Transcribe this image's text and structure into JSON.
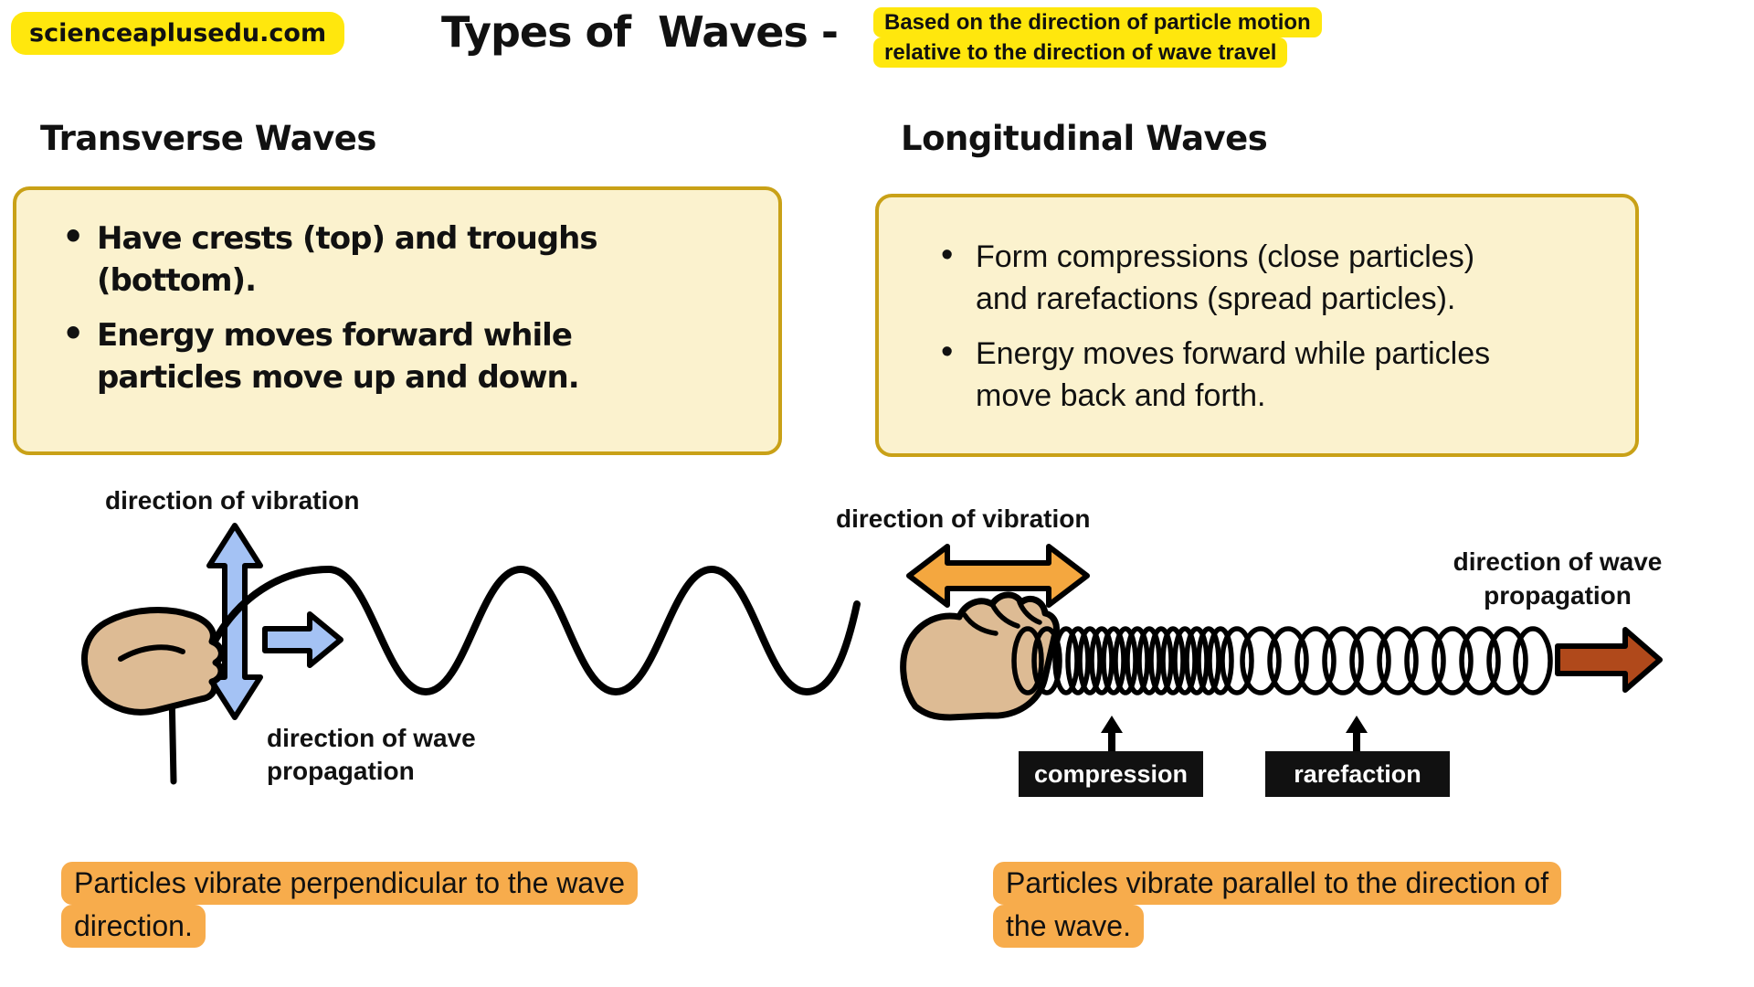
{
  "colors": {
    "highlight_yellow": "#FFE70D",
    "info_box_fill": "#FBF2CE",
    "info_box_border": "#C9A117",
    "arrow_blue": "#A4C2F4",
    "arrow_orange": "#F4A73F",
    "arrow_dark_red": "#B0491B",
    "caption_orange": "#F7AC4C",
    "hand_tan": "#DDBB94",
    "label_box_black": "#111111"
  },
  "header": {
    "badge": "scienceaplusedu.com",
    "title": "Types of  Waves -",
    "note_lines": [
      "Based on the direction of particle motion",
      "relative to the direction of wave travel"
    ]
  },
  "transverse": {
    "heading": "Transverse Waves",
    "bullets": [
      [
        "Have crests (top) and troughs",
        "(bottom)."
      ],
      [
        "Energy moves forward while",
        "particles move up and down."
      ]
    ],
    "vibration_label": "direction of vibration",
    "propagation_lines": [
      "direction of wave",
      "propagation"
    ],
    "caption_lines": [
      "Particles vibrate perpendicular to the wave",
      "direction."
    ]
  },
  "longitudinal": {
    "heading": "Longitudinal Waves",
    "bullets": [
      [
        "Form compressions (close particles)",
        "and rarefactions (spread particles)."
      ],
      [
        "Energy moves forward while particles",
        "move back and forth."
      ]
    ],
    "vibration_label": "direction of vibration",
    "propagation_lines": [
      "direction of wave",
      "propagation"
    ],
    "compression_label": "compression",
    "rarefaction_label": "rarefaction",
    "caption_lines": [
      "Particles vibrate parallel to the direction of",
      "the wave."
    ]
  }
}
